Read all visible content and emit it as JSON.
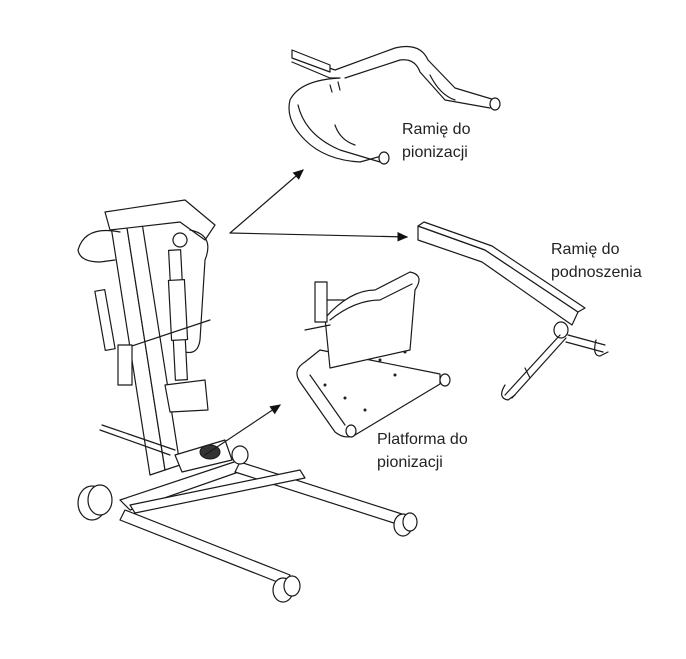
{
  "labels": {
    "standing_arm": {
      "line1": "Ramię do",
      "line2": "pionizacji"
    },
    "lifting_arm": {
      "line1": "Ramię do",
      "line2": "podnoszenia"
    },
    "standing_platform": {
      "line1": "Platforma do",
      "line2": "pionizacji"
    }
  }
}
